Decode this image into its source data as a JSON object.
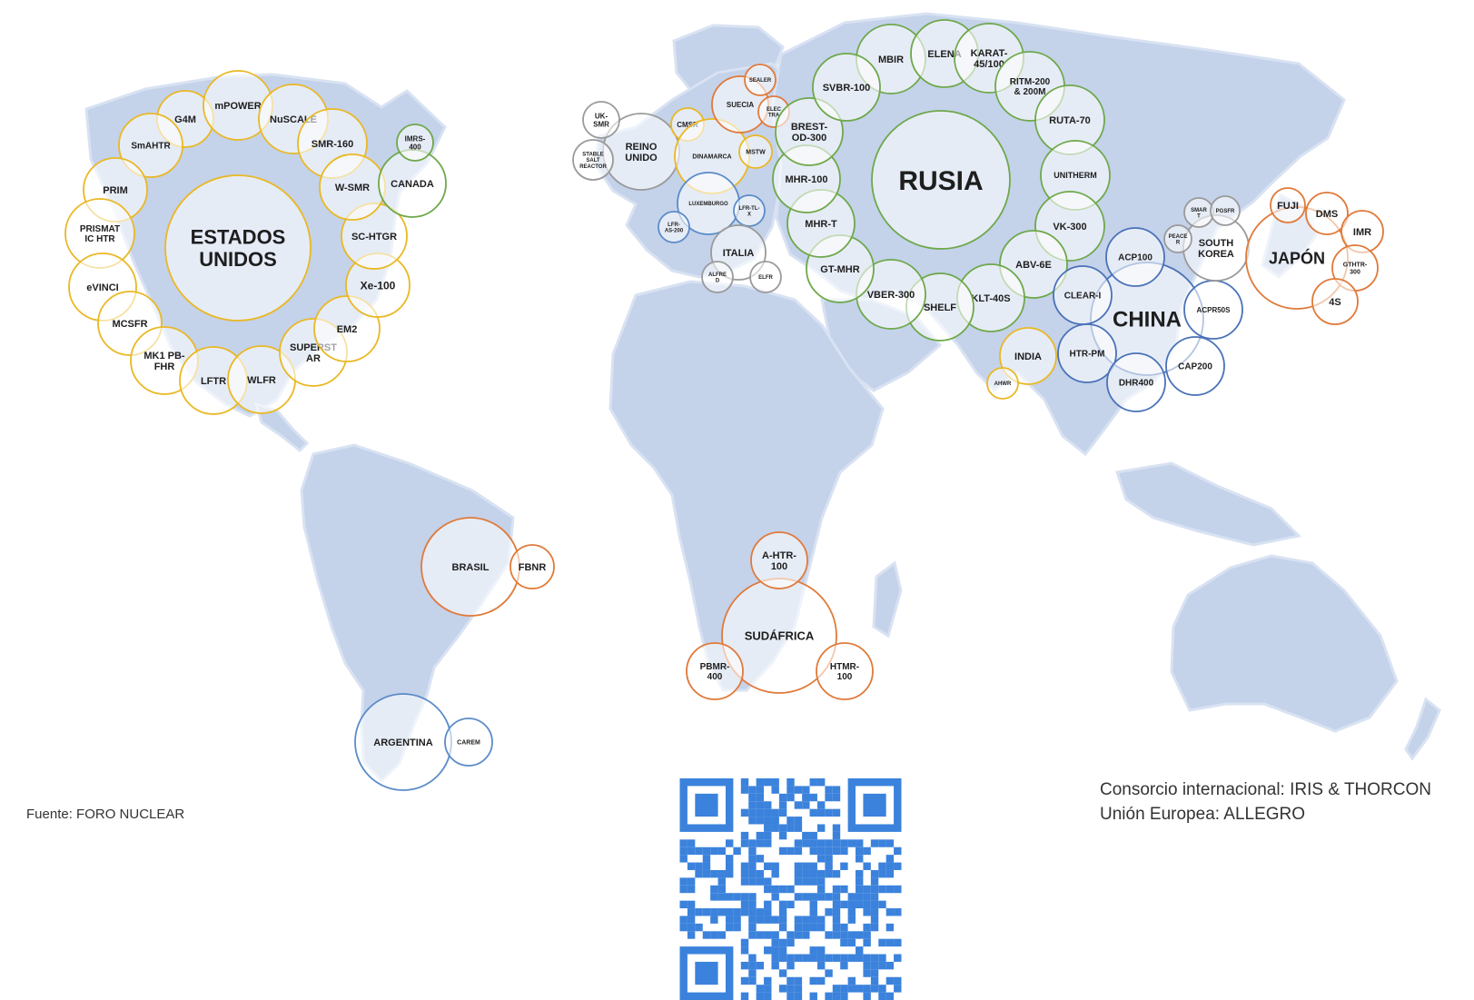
{
  "colors": {
    "estados_unidos": "#e9b824",
    "rusia": "#6ea84a",
    "canada": "#6ea84a",
    "china": "#4a72b8",
    "europe_grey": "#9a9a9a",
    "orange": "#e07a3a",
    "blue": "#5b8cc8",
    "land": "#c4d2ea",
    "qr": "#3b82dc"
  },
  "source_note": "Fuente: FORO NUCLEAR",
  "consortium": {
    "line1": "Consorcio internacional: IRIS & THORCON",
    "line2": "Unión Europea: ALLEGRO"
  },
  "qr_code": {
    "icon": "qr-code-icon"
  },
  "bubbles": [
    {
      "label": "ESTADOS\nUNIDOS",
      "group": "estados_unidos",
      "size": "hub"
    },
    {
      "label": "G4M",
      "group": "estados_unidos"
    },
    {
      "label": "mPOWER",
      "group": "estados_unidos"
    },
    {
      "label": "NuSCALE",
      "group": "estados_unidos"
    },
    {
      "label": "SMR-160",
      "group": "estados_unidos"
    },
    {
      "label": "SmAHTR",
      "group": "estados_unidos"
    },
    {
      "label": "PRIM",
      "group": "estados_unidos"
    },
    {
      "label": "PRISMAT\nIC HTR",
      "group": "estados_unidos"
    },
    {
      "label": "eVINCI",
      "group": "estados_unidos"
    },
    {
      "label": "MCSFR",
      "group": "estados_unidos"
    },
    {
      "label": "MK1 PB-\nFHR",
      "group": "estados_unidos"
    },
    {
      "label": "LFTR",
      "group": "estados_unidos"
    },
    {
      "label": "WLFR",
      "group": "estados_unidos"
    },
    {
      "label": "SUPERST\nAR",
      "group": "estados_unidos"
    },
    {
      "label": "EM2",
      "group": "estados_unidos"
    },
    {
      "label": "Xe-100",
      "group": "estados_unidos"
    },
    {
      "label": "SC-HTGR",
      "group": "estados_unidos"
    },
    {
      "label": "W-SMR",
      "group": "estados_unidos"
    },
    {
      "label": "CANADA",
      "group": "canada"
    },
    {
      "label": "IMRS-\n400",
      "group": "canada"
    },
    {
      "label": "REINO\nUNIDO",
      "group": "europe_grey"
    },
    {
      "label": "UK-\nSMR",
      "group": "europe_grey"
    },
    {
      "label": "STABLE\nSALT\nREACTOR",
      "group": "europe_grey"
    },
    {
      "label": "CMSR",
      "group": "estados_unidos"
    },
    {
      "label": "DINAMARCA",
      "group": "estados_unidos"
    },
    {
      "label": "MSTW",
      "group": "estados_unidos"
    },
    {
      "label": "SUECIA",
      "group": "orange"
    },
    {
      "label": "SEALER",
      "group": "orange"
    },
    {
      "label": "ELEC\nTRA",
      "group": "orange"
    },
    {
      "label": "LUXEMBURGO",
      "group": "blue"
    },
    {
      "label": "LFR-TL-\nX",
      "group": "blue"
    },
    {
      "label": "LFR-\nAS-200",
      "group": "blue"
    },
    {
      "label": "ITALIA",
      "group": "europe_grey"
    },
    {
      "label": "ALFRE\nD",
      "group": "europe_grey"
    },
    {
      "label": "ELFR",
      "group": "europe_grey"
    },
    {
      "label": "RUSIA",
      "group": "rusia",
      "size": "hub"
    },
    {
      "label": "MBIR",
      "group": "rusia"
    },
    {
      "label": "ELENA",
      "group": "rusia"
    },
    {
      "label": "KARAT-\n45/100",
      "group": "rusia"
    },
    {
      "label": "RITM-200\n& 200M",
      "group": "rusia"
    },
    {
      "label": "RUTA-70",
      "group": "rusia"
    },
    {
      "label": "UNITHERM",
      "group": "rusia"
    },
    {
      "label": "VK-300",
      "group": "rusia"
    },
    {
      "label": "ABV-6E",
      "group": "rusia"
    },
    {
      "label": "KLT-40S",
      "group": "rusia"
    },
    {
      "label": "SHELF",
      "group": "rusia"
    },
    {
      "label": "VBER-300",
      "group": "rusia"
    },
    {
      "label": "GT-MHR",
      "group": "rusia"
    },
    {
      "label": "MHR-T",
      "group": "rusia"
    },
    {
      "label": "MHR-100",
      "group": "rusia"
    },
    {
      "label": "BREST-\nOD-300",
      "group": "rusia"
    },
    {
      "label": "SVBR-100",
      "group": "rusia"
    },
    {
      "label": "CHINA",
      "group": "china",
      "size": "hub"
    },
    {
      "label": "ACP100",
      "group": "china"
    },
    {
      "label": "CLEAR-I",
      "group": "china"
    },
    {
      "label": "HTR-PM",
      "group": "china"
    },
    {
      "label": "DHR400",
      "group": "china"
    },
    {
      "label": "CAP200",
      "group": "china"
    },
    {
      "label": "ACPR50S",
      "group": "china"
    },
    {
      "label": "INDIA",
      "group": "estados_unidos"
    },
    {
      "label": "AHWR",
      "group": "estados_unidos"
    },
    {
      "label": "SOUTH\nKOREA",
      "group": "europe_grey"
    },
    {
      "label": "SMAR\nT",
      "group": "europe_grey"
    },
    {
      "label": "PGSFR",
      "group": "europe_grey"
    },
    {
      "label": "PEACE\nR",
      "group": "europe_grey"
    },
    {
      "label": "JAPÓN",
      "group": "orange"
    },
    {
      "label": "FUJI",
      "group": "orange"
    },
    {
      "label": "DMS",
      "group": "orange"
    },
    {
      "label": "IMR",
      "group": "orange"
    },
    {
      "label": "GTHTR-\n300",
      "group": "orange"
    },
    {
      "label": "4S",
      "group": "orange"
    },
    {
      "label": "BRASIL",
      "group": "orange"
    },
    {
      "label": "FBNR",
      "group": "orange"
    },
    {
      "label": "SUDÁFRICA",
      "group": "orange"
    },
    {
      "label": "A-HTR-\n100",
      "group": "orange"
    },
    {
      "label": "PBMR-\n400",
      "group": "orange"
    },
    {
      "label": "HTMR-\n100",
      "group": "orange"
    },
    {
      "label": "ARGENTINA",
      "group": "blue"
    },
    {
      "label": "CAREM",
      "group": "blue"
    }
  ]
}
